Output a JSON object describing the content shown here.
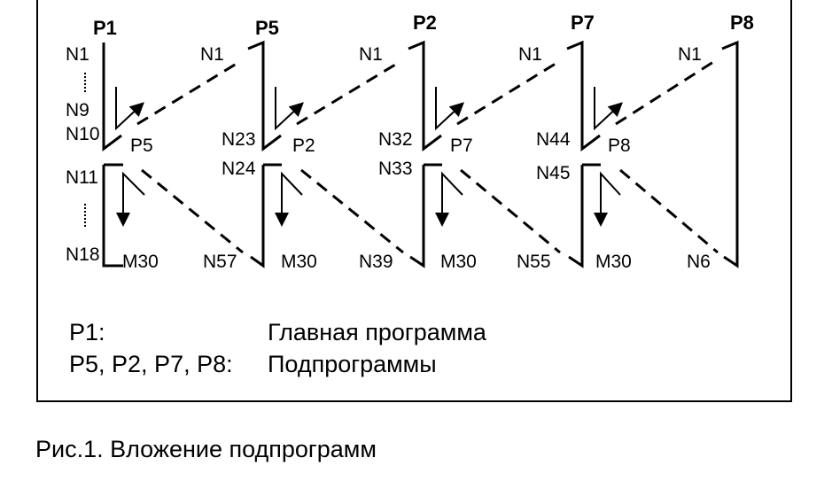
{
  "diagram": {
    "programs": [
      "P1",
      "P5",
      "P2",
      "P7",
      "P8"
    ],
    "start_labels": [
      "N1",
      "N1",
      "N1",
      "N1"
    ],
    "p1_labels": [
      "N1",
      "N9",
      "N10",
      "N11",
      "N18"
    ],
    "call_labels": [
      "P5",
      "P2",
      "P7",
      "P8"
    ],
    "call_block_labels": [
      "N23",
      "N32",
      "N44"
    ],
    "return_block_labels": [
      "N24",
      "N33",
      "N45"
    ],
    "end_labels": [
      "M30",
      "M30",
      "M30",
      "M30"
    ],
    "return_target_labels": [
      "N57",
      "N39",
      "N55",
      "N6"
    ]
  },
  "legend": {
    "main_key": "P1:",
    "main_value": "Главная программа",
    "sub_key": "P5, P2, P7, P8:",
    "sub_value": "Подпрограммы"
  },
  "caption": "Рис.1. Вложение подпрограмм"
}
